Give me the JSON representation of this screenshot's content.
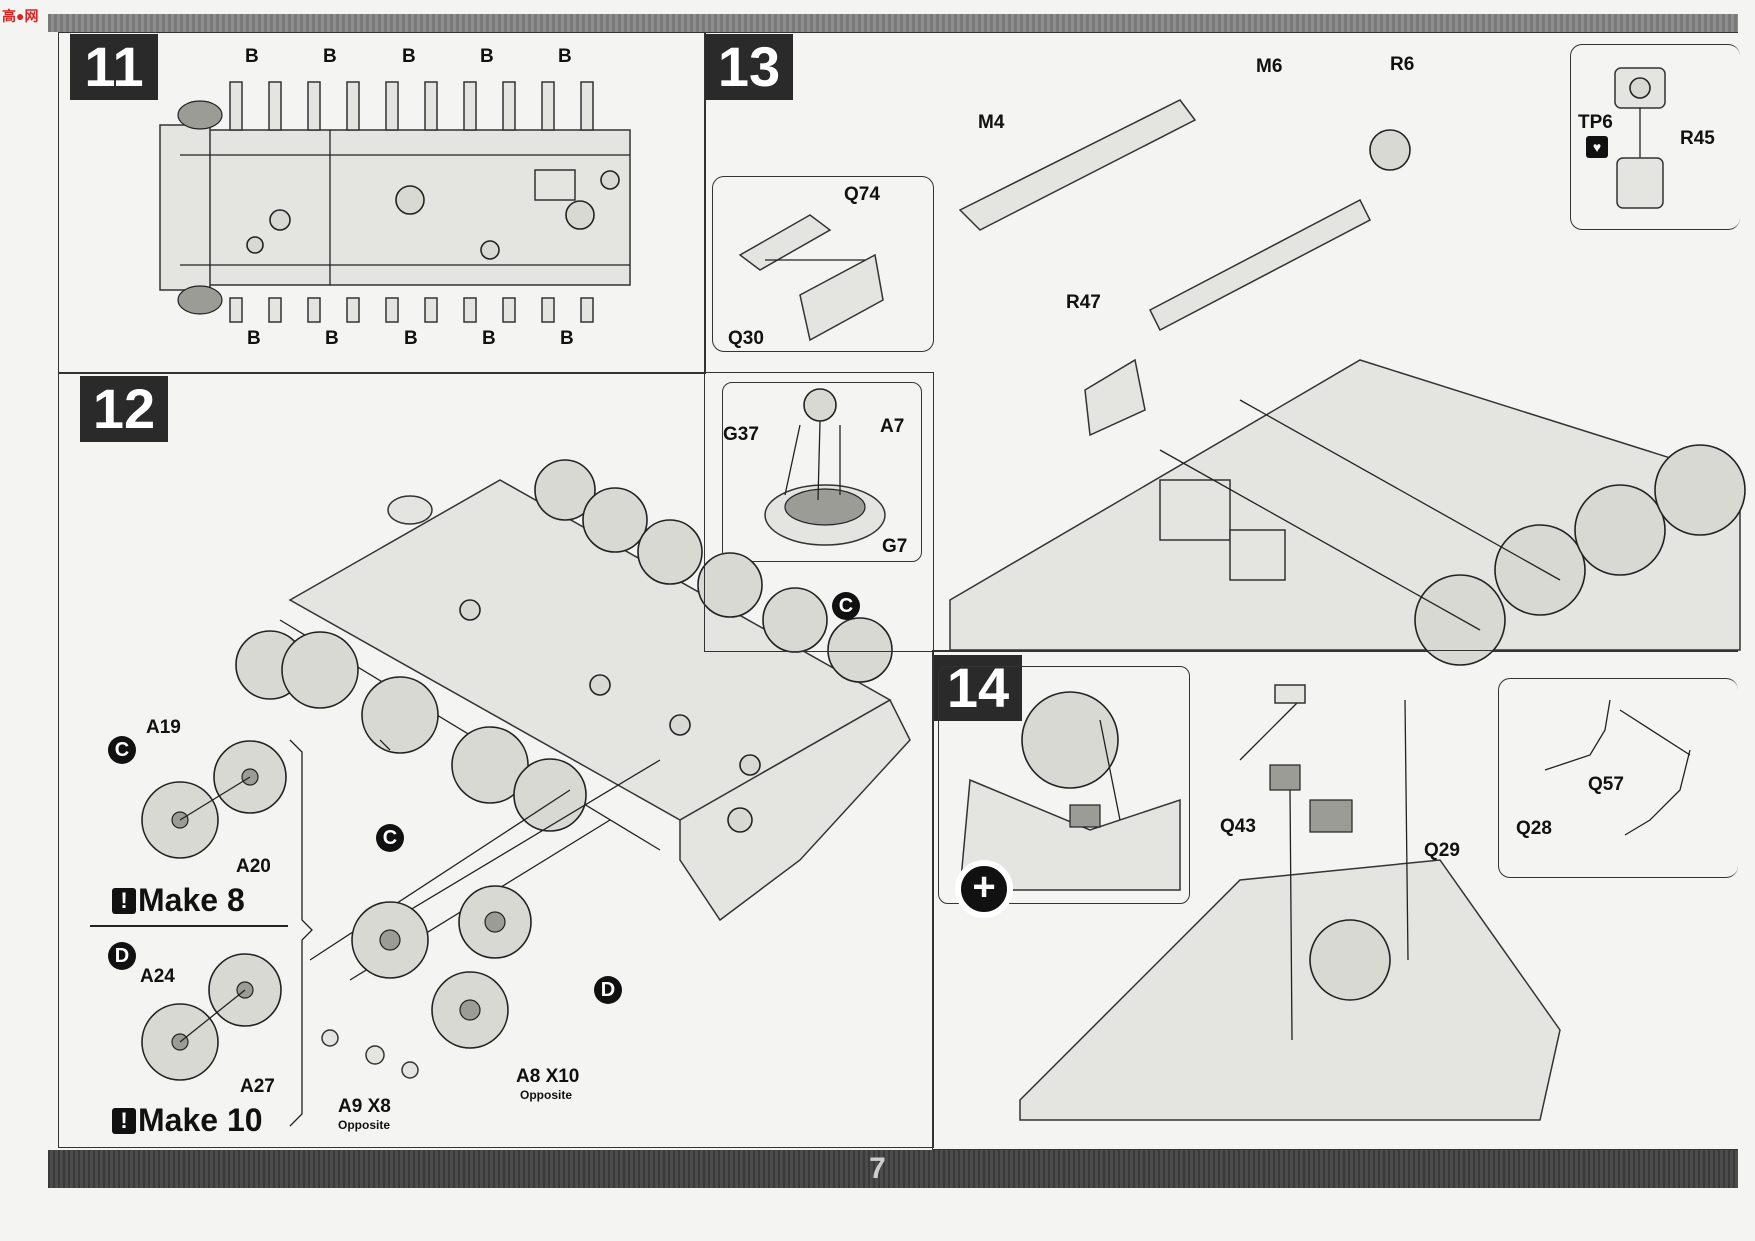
{
  "header": {
    "logo": "高●网"
  },
  "page_number": "7",
  "step11": {
    "number": "11",
    "top_labels": [
      "B",
      "B",
      "B",
      "B",
      "B"
    ],
    "bottom_labels": [
      "B",
      "B",
      "B",
      "B",
      "B"
    ]
  },
  "step12": {
    "number": "12",
    "inset_labels": {
      "g37": "G37",
      "a7": "A7",
      "g7": "G7"
    },
    "callout_c": "C",
    "callout_d": "D",
    "wheel_c": {
      "tag": "C",
      "a19": "A19",
      "a20": "A20",
      "make": "Make 8"
    },
    "wheel_d": {
      "tag": "D",
      "a24": "A24",
      "a27": "A27",
      "make": "Make 10"
    },
    "make_marker": "!",
    "a9": "A9 X8",
    "a8": "A8 X10",
    "opposite": "Opposite"
  },
  "step13": {
    "number": "13",
    "labels": {
      "q74": "Q74",
      "q30": "Q30",
      "m4": "M4",
      "m6": "M6",
      "r47": "R47",
      "r6": "R6",
      "tp6": "TP6",
      "r45": "R45"
    }
  },
  "step14": {
    "number": "14",
    "labels": {
      "q43": "Q43",
      "q29": "Q29",
      "q57": "Q57",
      "q28": "Q28"
    },
    "zoom_symbol": "+",
    "heart_symbol": "♥"
  }
}
